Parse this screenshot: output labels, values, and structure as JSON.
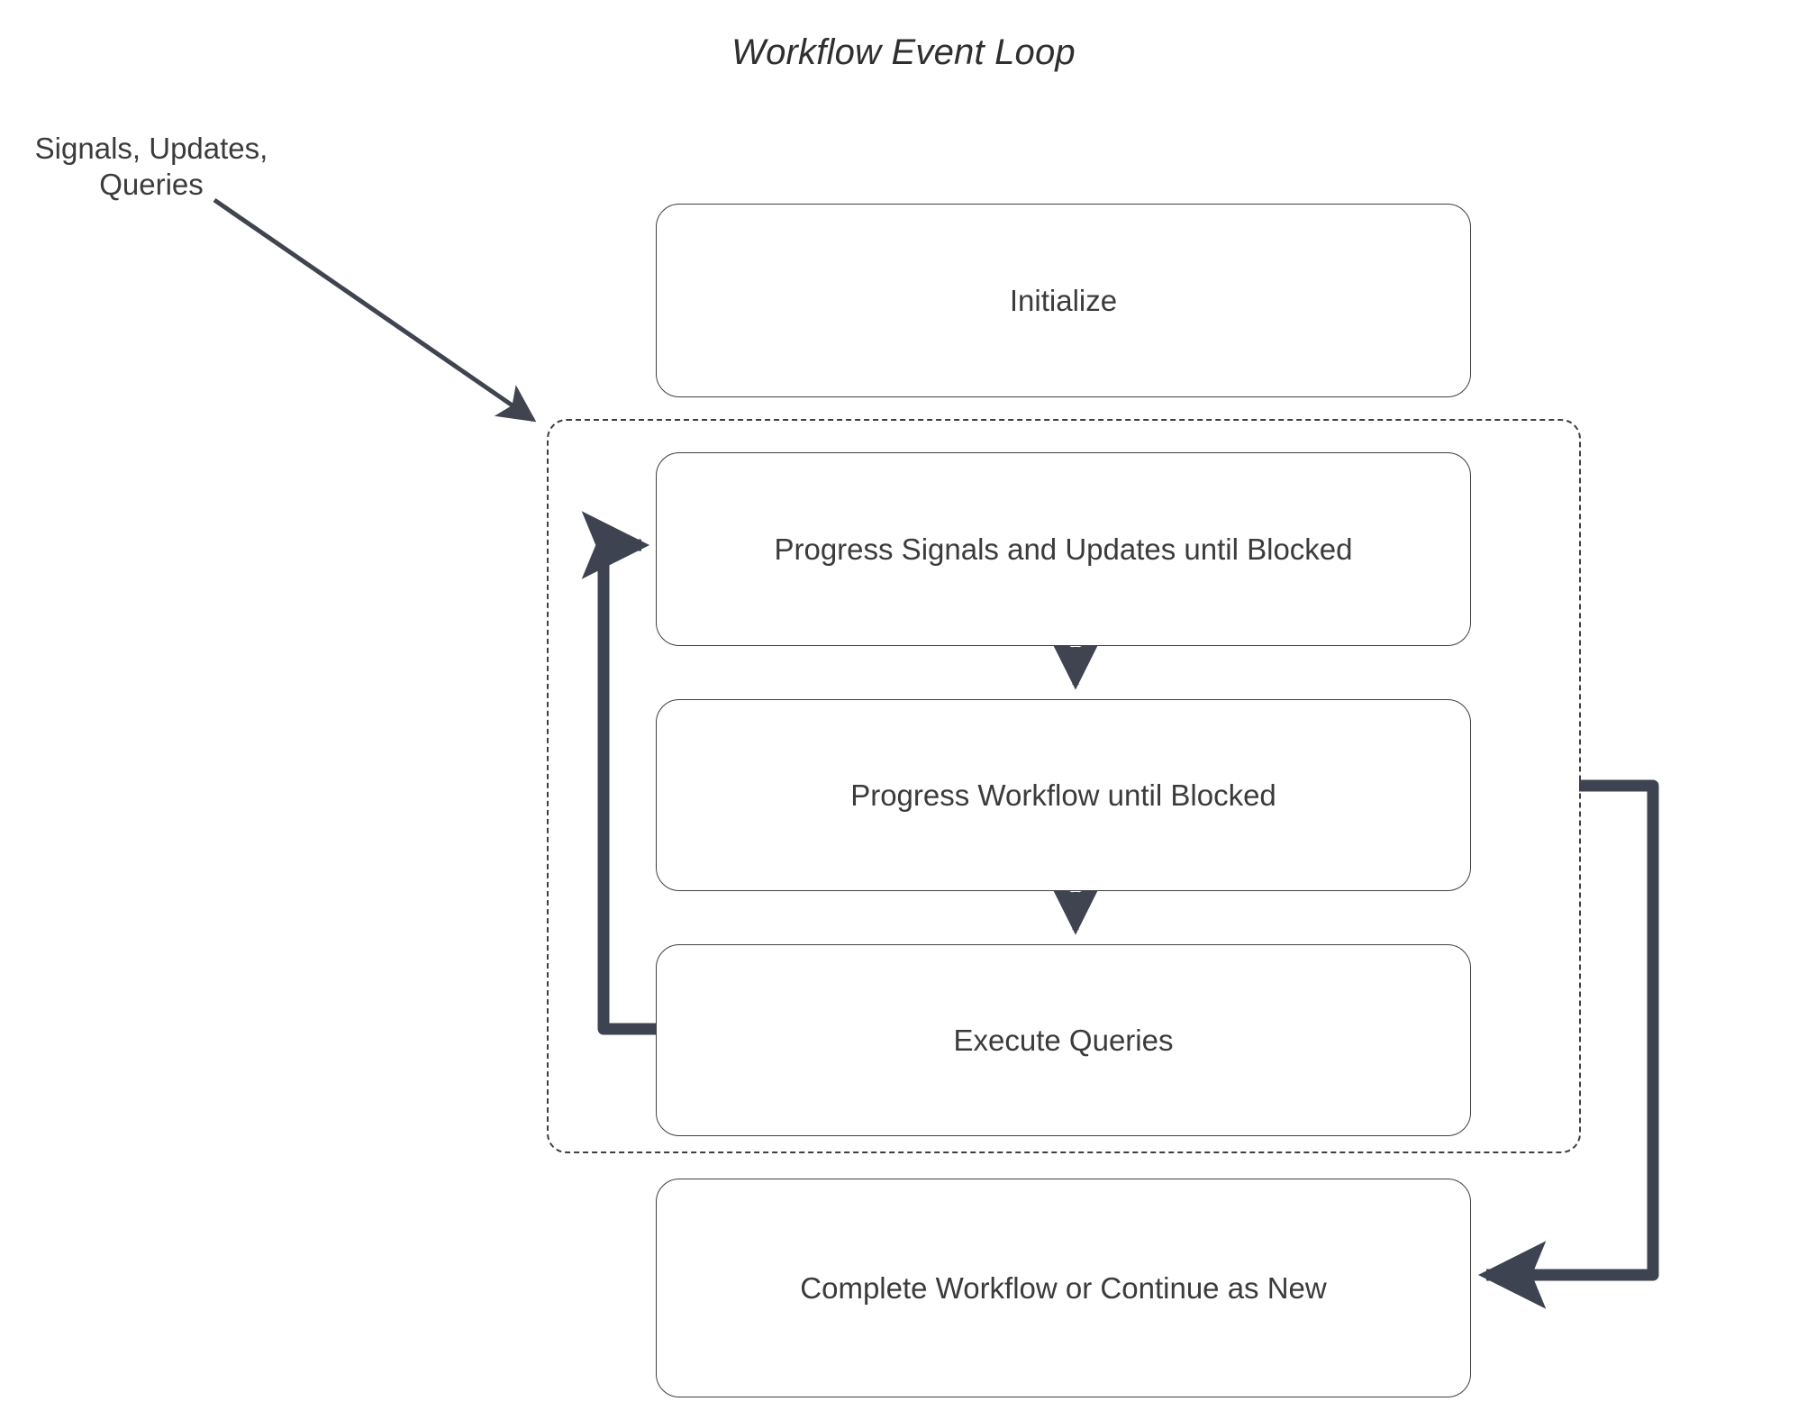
{
  "diagram": {
    "title": "Workflow Event Loop",
    "background_color": "#ffffff",
    "node_border_color": "#3f3f3f",
    "text_color": "#3b3b3b",
    "thick_edge_color": "#3d4350",
    "thin_edge_color": "#3f4450"
  },
  "labels": {
    "external_input": "Signals, Updates,\nQueries"
  },
  "nodes": {
    "initialize": {
      "label": "Initialize"
    },
    "progress_signals": {
      "label": "Progress Signals and Updates until Blocked"
    },
    "progress_workflow": {
      "label": "Progress Workflow until Blocked"
    },
    "execute_queries": {
      "label": "Execute Queries"
    },
    "complete_workflow": {
      "label": "Complete Workflow or Continue as New"
    }
  },
  "groups": {
    "event_loop": {
      "label": ""
    }
  },
  "edges": [
    {
      "name": "signals-to-loop",
      "from": "external_input",
      "to": "event_loop",
      "style": "thin-arrow"
    },
    {
      "name": "progress-signals-to-progress-workflow",
      "from": "progress_signals",
      "to": "progress_workflow",
      "style": "thin-arrow"
    },
    {
      "name": "progress-workflow-to-execute-queries",
      "from": "progress_workflow",
      "to": "execute_queries",
      "style": "thin-arrow"
    },
    {
      "name": "execute-queries-loop-back",
      "from": "execute_queries",
      "to": "progress_signals",
      "style": "thick-arrow"
    },
    {
      "name": "loop-to-complete-workflow",
      "from": "event_loop",
      "to": "complete_workflow",
      "style": "thick-arrow"
    }
  ]
}
